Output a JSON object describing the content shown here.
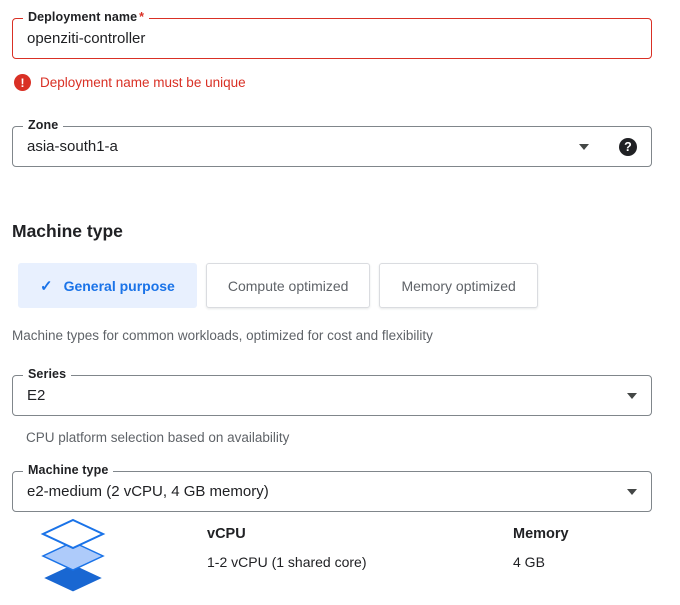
{
  "form": {
    "deployment_name": {
      "label": "Deployment name",
      "required_marker": "*",
      "value": "openziti-controller",
      "error_message": "Deployment name must be unique"
    },
    "zone": {
      "label": "Zone",
      "value": "asia-south1-a"
    },
    "machine_section": {
      "heading": "Machine type",
      "tabs": [
        {
          "label": "General purpose",
          "selected": true
        },
        {
          "label": "Compute optimized",
          "selected": false
        },
        {
          "label": "Memory optimized",
          "selected": false
        }
      ],
      "caption": "Machine types for common workloads, optimized for cost and flexibility"
    },
    "series": {
      "label": "Series",
      "value": "E2",
      "helper": "CPU platform selection based on availability"
    },
    "machine_type": {
      "label": "Machine type",
      "value": "e2-medium (2 vCPU, 4 GB memory)"
    },
    "spec": {
      "columns": [
        {
          "header": "vCPU",
          "value": "1-2 vCPU (1 shared core)"
        },
        {
          "header": "Memory",
          "value": "4 GB"
        }
      ]
    }
  },
  "icons": {
    "error": "error-circle",
    "help": "question-circle",
    "check": "checkmark",
    "dropdown": "caret-down",
    "machine_family": "stacked-layers"
  },
  "colors": {
    "error": "#d93025",
    "accent": "#1a73e8",
    "selected_tab_bg": "#e8f0fe",
    "secondary_text": "#5f6368"
  }
}
